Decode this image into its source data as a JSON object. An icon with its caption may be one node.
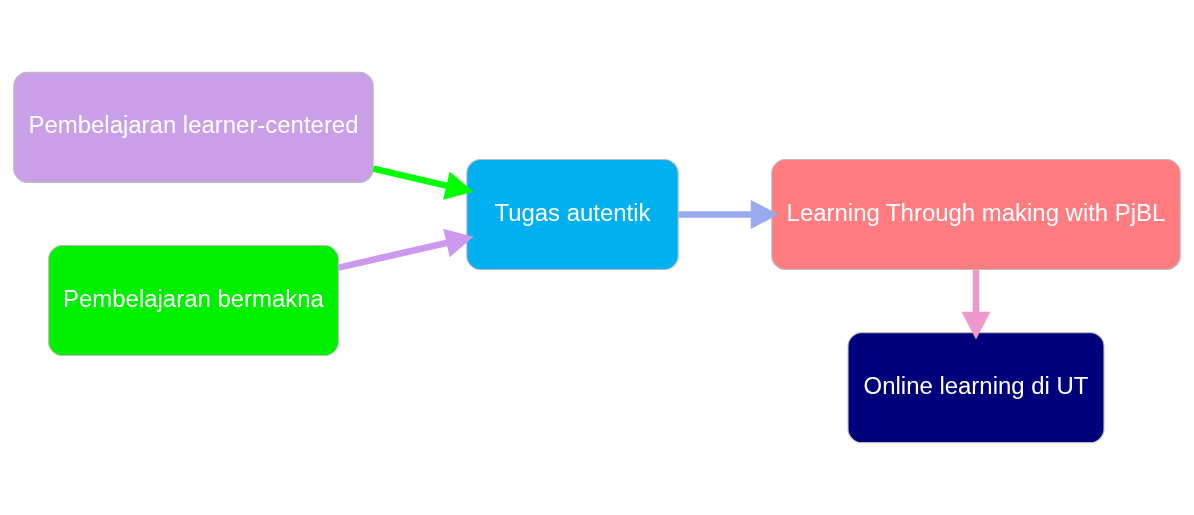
{
  "diagram": {
    "nodes": [
      {
        "text": [
          "Pembelajaran learner-centered"
        ]
      },
      {
        "text": [
          "Pembelajaran bermakna"
        ]
      },
      {
        "text": [
          "Tugas autentik"
        ]
      },
      {
        "text": [
          "Learning Through making with PjBL"
        ]
      },
      {
        "text": [
          "Online learning di UT"
        ]
      }
    ],
    "edges": [
      {
        "from": 0,
        "to": 2,
        "arrow": "to",
        "color": "#00ff00"
      },
      {
        "from": 1,
        "to": 2,
        "arrow": "to",
        "color": "#cc99ee"
      },
      {
        "from": 2,
        "to": 3,
        "arrow": "to",
        "color": "#99aaee"
      },
      {
        "from": 3,
        "to": 4,
        "arrow": "to",
        "color": "#ee99cc"
      }
    ]
  }
}
